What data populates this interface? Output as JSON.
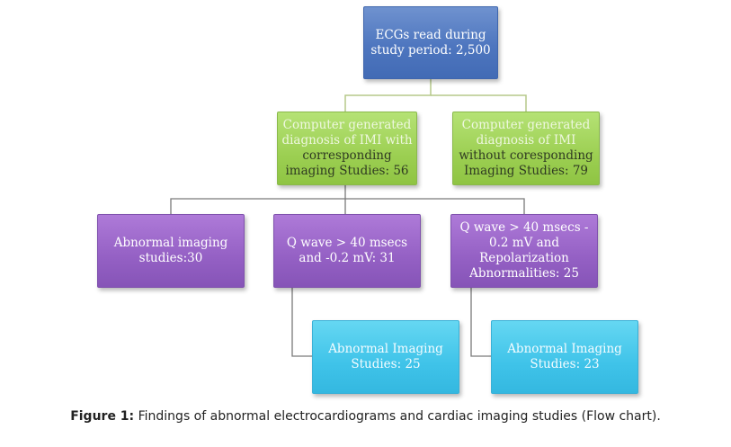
{
  "nodes": {
    "root": {
      "lines": [
        "ECGs read during",
        "study period: 2,500"
      ]
    },
    "with_imaging": {
      "lines": [
        "Computer generated",
        "diagnosis of IMI with",
        "corresponding",
        "imaging Studies: 56"
      ]
    },
    "without_imaging": {
      "lines": [
        "Computer generated",
        "diagnosis of IMI",
        "without coresponding",
        "Imaging Studies: 79"
      ]
    },
    "abnormal_imaging": {
      "lines": [
        "Abnormal imaging",
        "studies:30"
      ]
    },
    "q_wave": {
      "lines": [
        "Q wave > 40 msecs",
        "and -0.2 mV: 31"
      ]
    },
    "q_wave_repol": {
      "lines": [
        "Q wave > 40 msecs -",
        "0.2 mV and",
        "Repolarization",
        "Abnormalities: 25"
      ]
    },
    "abnormal_imaging_q": {
      "lines": [
        "Abnormal Imaging",
        "Studies: 25"
      ]
    },
    "abnormal_imaging_repol": {
      "lines": [
        "Abnormal Imaging",
        "Studies: 23"
      ]
    }
  },
  "caption": {
    "label": "Figure 1:",
    "text": " Findings of abnormal electrocardiograms and cardiac imaging studies (Flow chart)."
  },
  "colors": {
    "level1": "#4e76bf",
    "level2": "#9ccf52",
    "level3": "#9460c4",
    "level4": "#3fc3e9",
    "connector_top": "#b5c98a",
    "connector_lower": "#6f6f6f"
  }
}
